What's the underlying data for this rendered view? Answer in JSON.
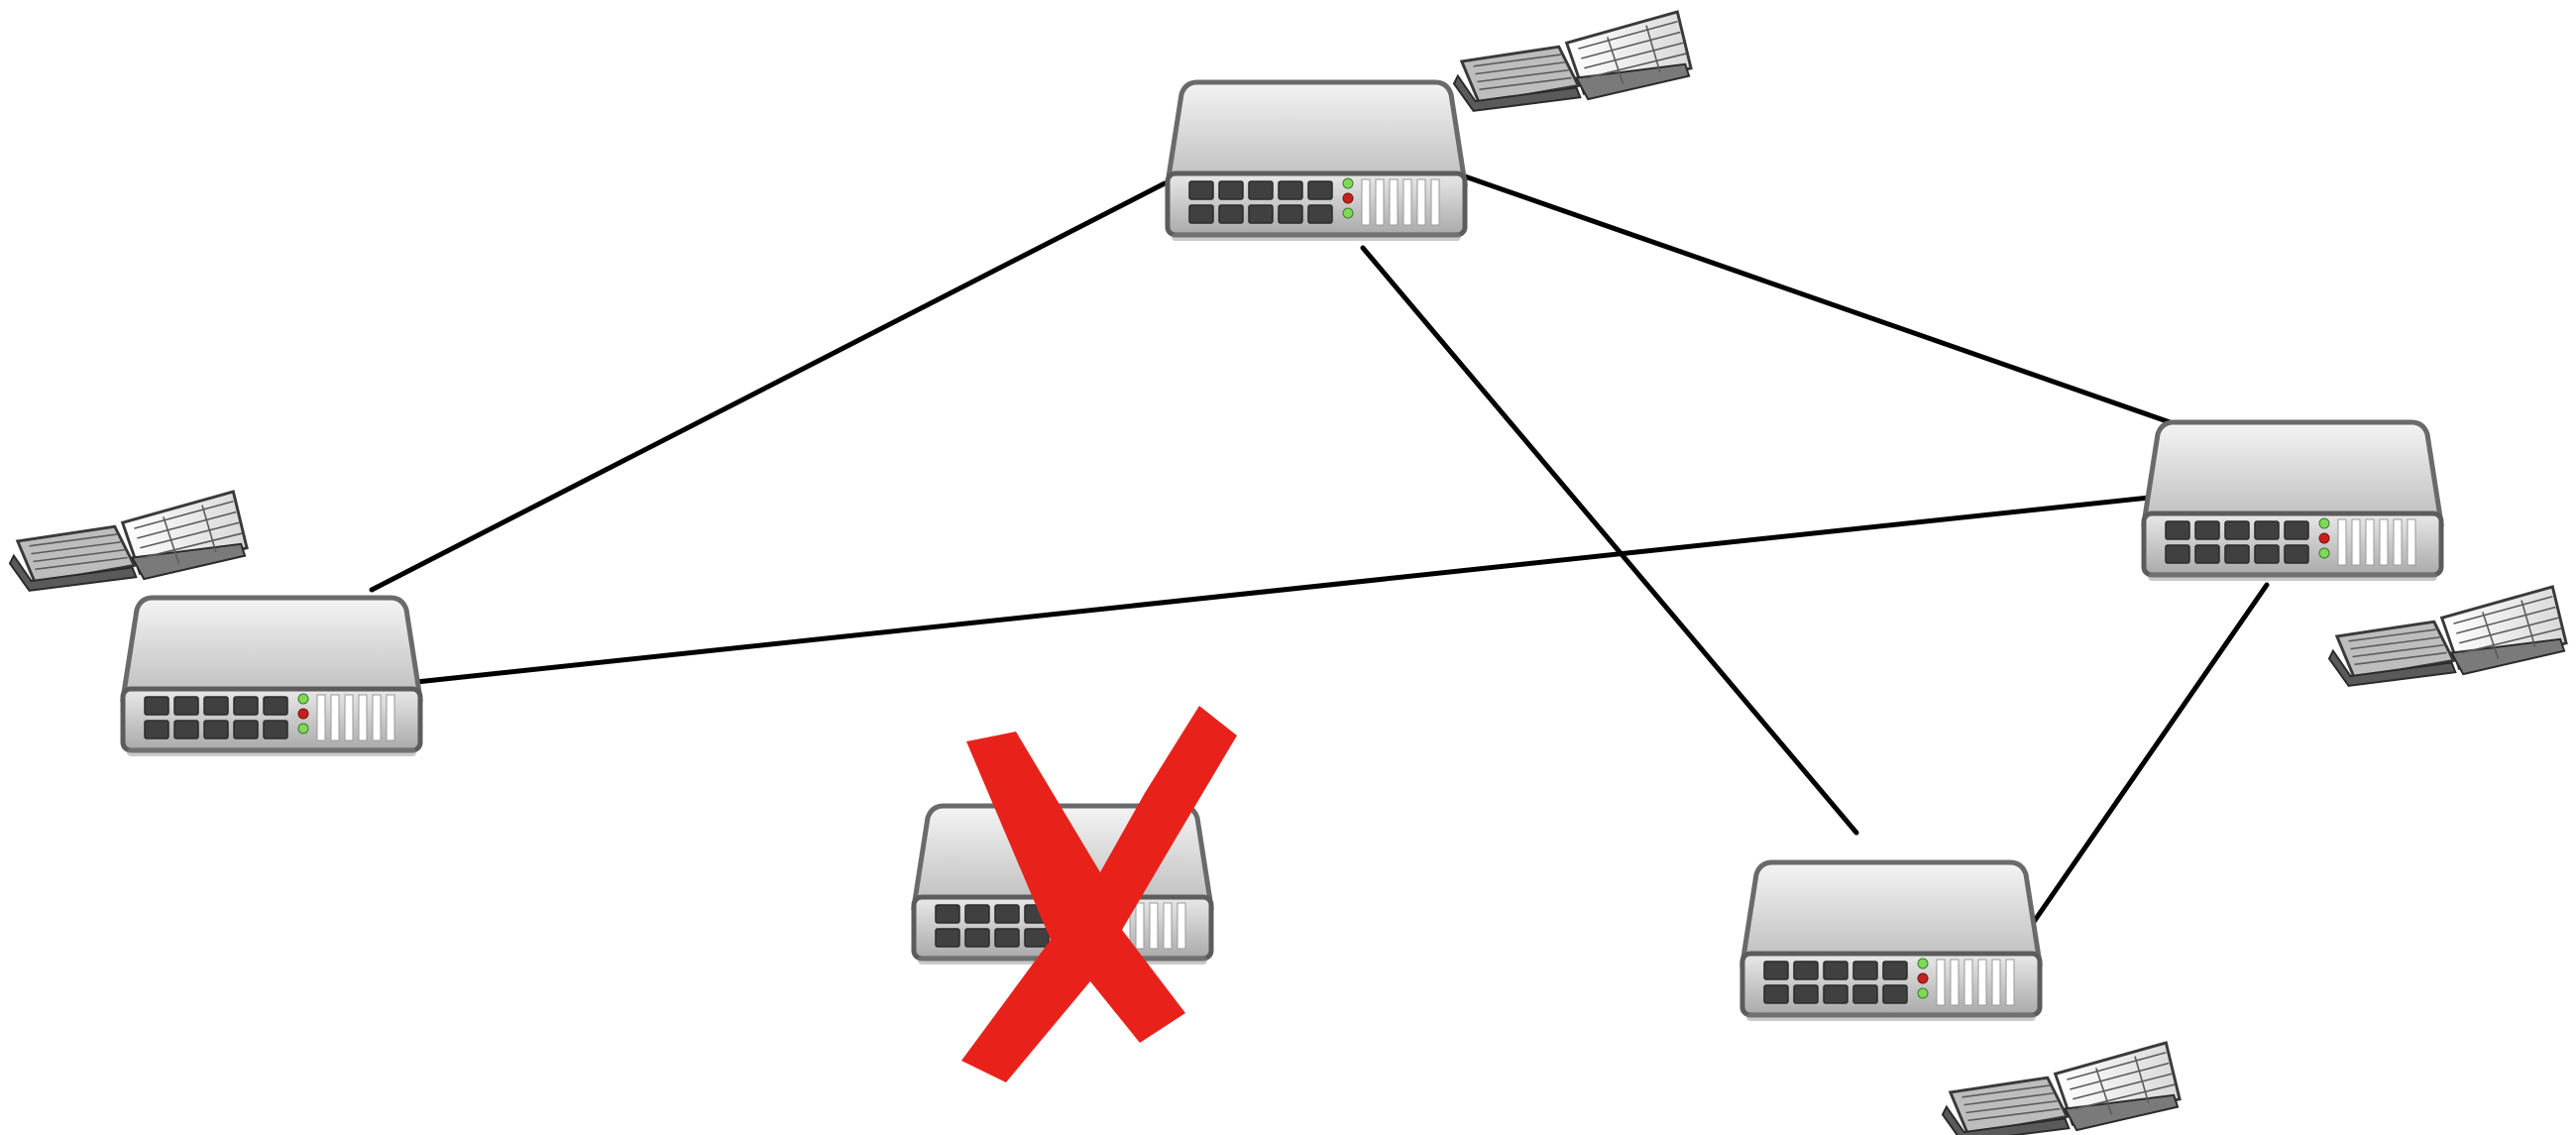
{
  "diagram": {
    "nodes": [
      {
        "id": "top",
        "icon": "network-switch-icon",
        "status": "online",
        "ledger": true
      },
      {
        "id": "left",
        "icon": "network-switch-icon",
        "status": "online",
        "ledger": true
      },
      {
        "id": "right",
        "icon": "network-switch-icon",
        "status": "online",
        "ledger": true
      },
      {
        "id": "bottom-right",
        "icon": "network-switch-icon",
        "status": "online",
        "ledger": true
      },
      {
        "id": "failed",
        "icon": "network-switch-icon",
        "status": "offline",
        "ledger": false
      }
    ],
    "edges": [
      {
        "from": "top",
        "to": "left"
      },
      {
        "from": "top",
        "to": "right"
      },
      {
        "from": "top",
        "to": "bottom-right"
      },
      {
        "from": "left",
        "to": "right"
      },
      {
        "from": "right",
        "to": "bottom-right"
      }
    ],
    "ledger_icon": "open-ledger-book-icon",
    "failure_icon": "red-x-icon",
    "colors": {
      "edge": "#000000",
      "failure": "#e8221b",
      "led_green": "#7ed957",
      "led_red": "#c8201b"
    }
  }
}
